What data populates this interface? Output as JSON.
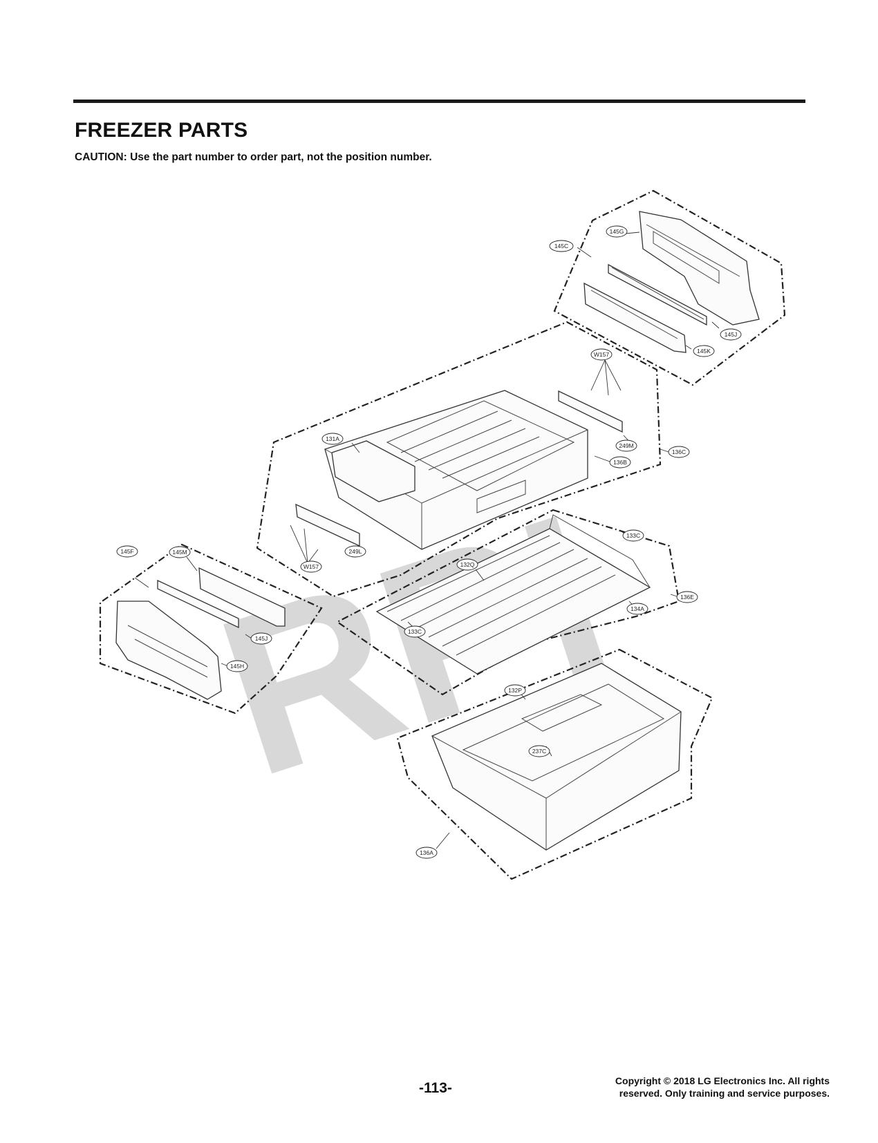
{
  "header": {
    "title": "FREEZER PARTS",
    "caution": "CAUTION: Use the part number to order part, not the position number."
  },
  "watermark": "RPI",
  "callouts": [
    {
      "id": "c145C",
      "label": "145C"
    },
    {
      "id": "c145G",
      "label": "145G"
    },
    {
      "id": "c145J_top",
      "label": "145J"
    },
    {
      "id": "c145K",
      "label": "145K"
    },
    {
      "id": "cW157_top",
      "label": "W157"
    },
    {
      "id": "c249M",
      "label": "249M"
    },
    {
      "id": "c136C",
      "label": "136C"
    },
    {
      "id": "c131A",
      "label": "131A"
    },
    {
      "id": "c136B",
      "label": "136B"
    },
    {
      "id": "c249L",
      "label": "249L"
    },
    {
      "id": "cW157_left",
      "label": "W157"
    },
    {
      "id": "c145F",
      "label": "145F"
    },
    {
      "id": "c145M",
      "label": "145M"
    },
    {
      "id": "c145J_left",
      "label": "145J"
    },
    {
      "id": "c145H",
      "label": "145H"
    },
    {
      "id": "c133C_top",
      "label": "133C"
    },
    {
      "id": "c132Q",
      "label": "132Q"
    },
    {
      "id": "c136E",
      "label": "136E"
    },
    {
      "id": "c134A",
      "label": "134A"
    },
    {
      "id": "c133C_bottom",
      "label": "133C"
    },
    {
      "id": "c132P",
      "label": "132P"
    },
    {
      "id": "c237C",
      "label": "237C"
    },
    {
      "id": "c136A",
      "label": "136A"
    }
  ],
  "footer": {
    "page_number": "-113-",
    "copyright_line1": "Copyright © 2018 LG Electronics Inc. All rights",
    "copyright_line2": "reserved. Only training and service purposes."
  }
}
